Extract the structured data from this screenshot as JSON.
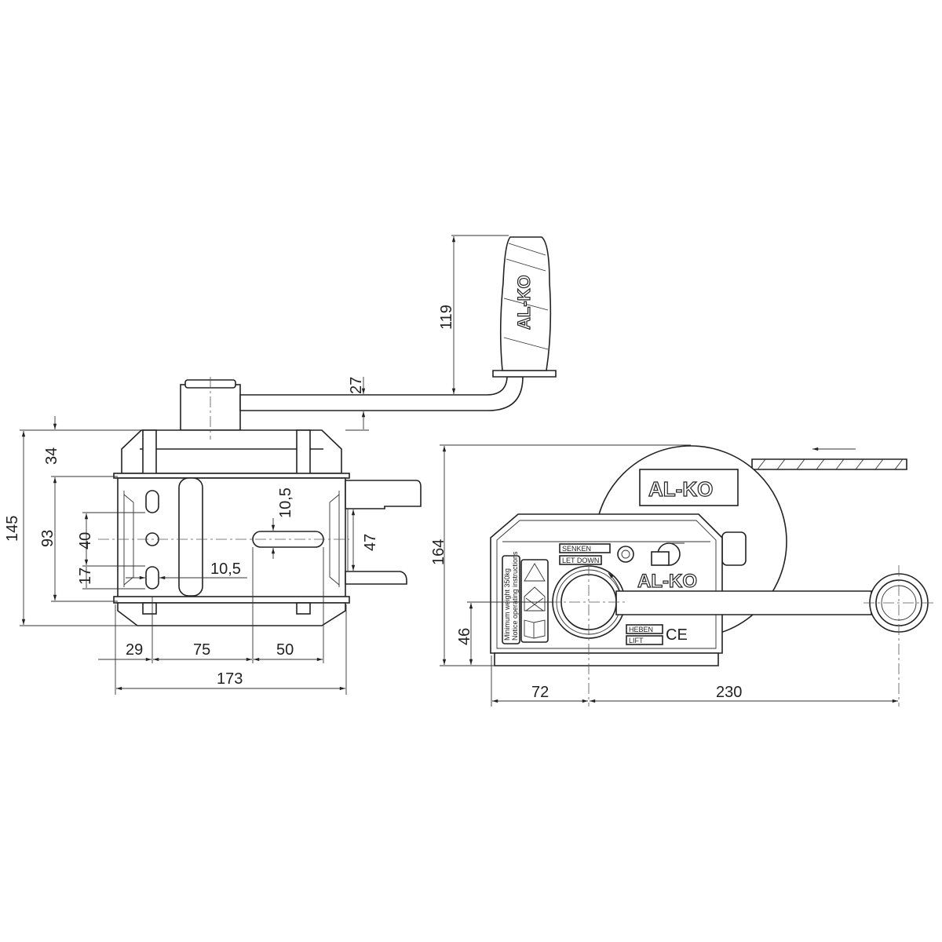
{
  "drawing": {
    "front_view_dimensions": {
      "top_cap_height": "34",
      "total_height": "145",
      "body_height": "93",
      "hole_spacing": "40",
      "hole_offset": "17",
      "slot_width_horizontal": "10,5",
      "slot_width_vertical": "10,5",
      "bracket_spacing": "47",
      "crank_offset": "27",
      "handle_height": "119",
      "width_segment_1": "29",
      "width_segment_2": "75",
      "width_segment_3": "50",
      "total_width": "173"
    },
    "side_view_dimensions": {
      "total_height": "164",
      "hub_height": "46",
      "hub_offset": "72",
      "crank_radius": "230"
    },
    "labels": {
      "brand": "AL-KO",
      "lower_de": "SENKEN",
      "lower_en": "LET DOWN",
      "raise_de": "HEBEN",
      "raise_en": "LIFT",
      "ce_mark": "CE",
      "sticker_line1": "Minimum weight 350kg",
      "sticker_line2": "Notice operating instructions"
    }
  }
}
